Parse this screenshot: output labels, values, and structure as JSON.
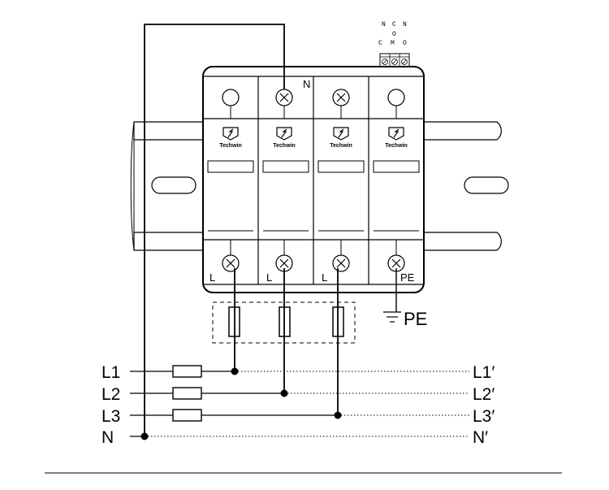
{
  "header_terminals": {
    "top": [
      "N",
      "C",
      "N"
    ],
    "middle": [
      "C",
      "O",
      "O"
    ],
    "bottom": [
      "M"
    ]
  },
  "module_brand": "Techwin",
  "top_label": "N",
  "bottom_terminal_labels": [
    "L",
    "L",
    "L",
    "PE"
  ],
  "pe_label": "PE",
  "lines": [
    {
      "in": "L1",
      "out": "L1′"
    },
    {
      "in": "L2",
      "out": "L2′"
    },
    {
      "in": "L3",
      "out": "L3′"
    },
    {
      "in": "N",
      "out": "N′"
    }
  ]
}
